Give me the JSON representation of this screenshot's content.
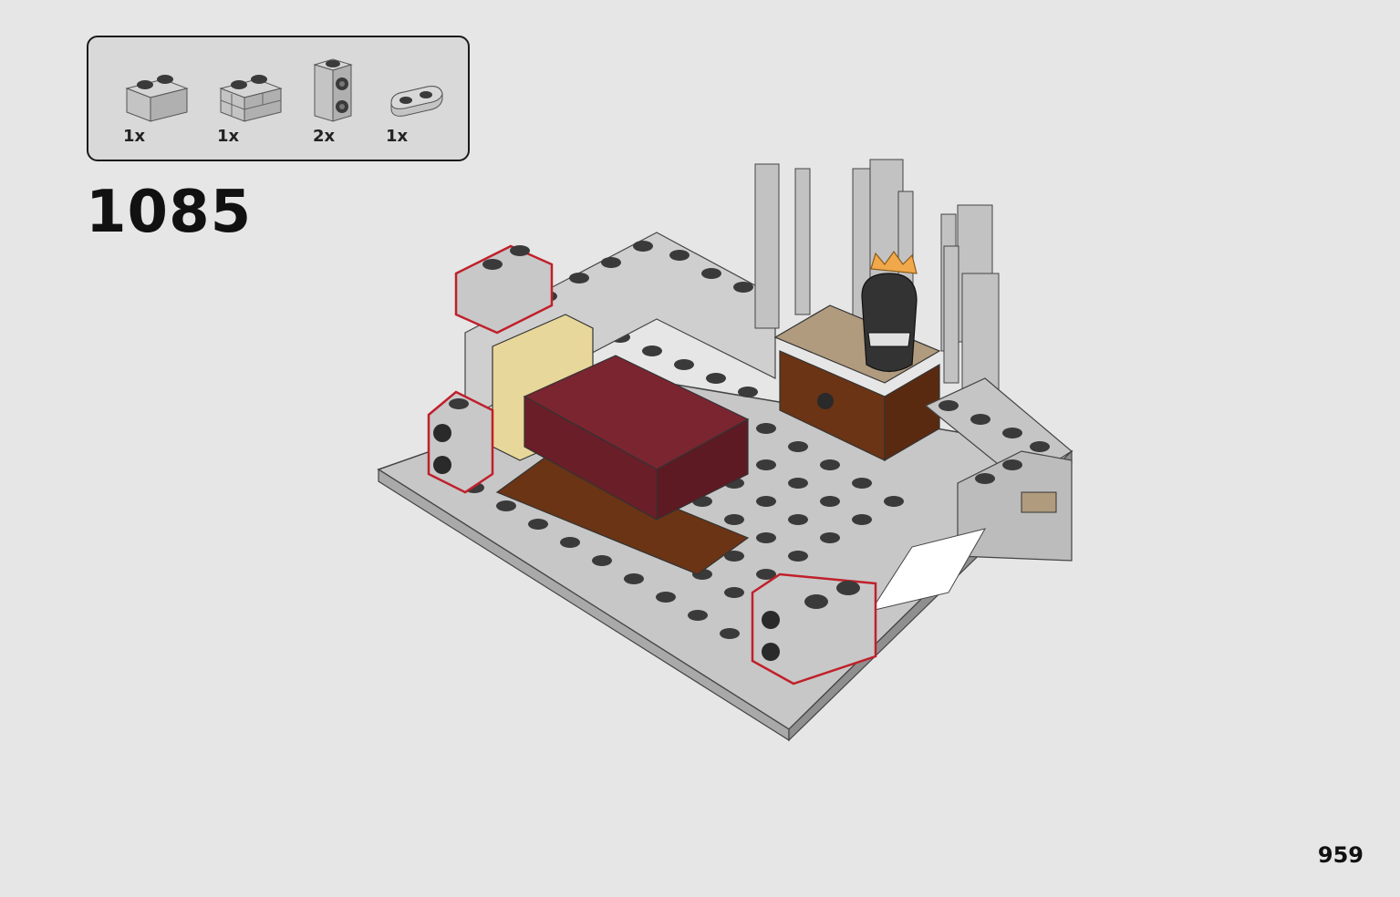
{
  "parts": [
    {
      "qty": "1x",
      "name": "grey-brick-1x2-icon"
    },
    {
      "qty": "1x",
      "name": "grey-masonry-brick-1x2-icon"
    },
    {
      "qty": "2x",
      "name": "grey-brick-1x1-side-studs-icon"
    },
    {
      "qty": "1x",
      "name": "grey-plate-round-1x2-icon"
    }
  ],
  "step": {
    "number": "1085"
  },
  "page": {
    "number": "959"
  },
  "colors": {
    "background": "#e6e6e6",
    "parts_box": "#d9d9d9",
    "highlight": "#c0202a",
    "brick_grey": "#bdbdbd",
    "stud_dark": "#3a3a3a",
    "bed_red": "#7a2530",
    "bed_tan": "#e8d79a",
    "wood_brown": "#6b3414"
  }
}
